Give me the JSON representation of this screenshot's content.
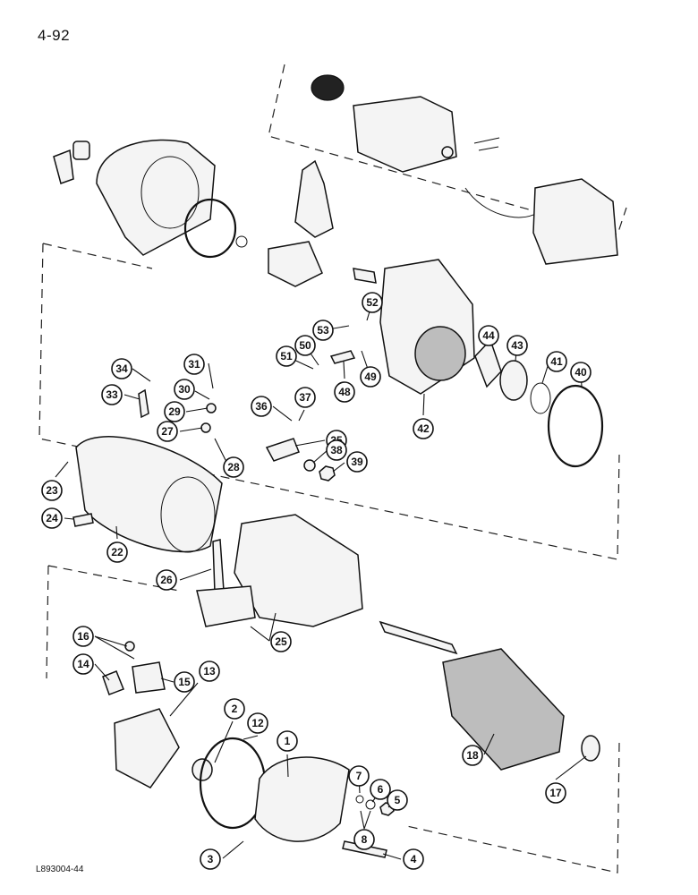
{
  "page_number": "4-92",
  "figure_code": "L893004-44",
  "callouts": [
    {
      "label": "1"
    },
    {
      "label": "2"
    },
    {
      "label": "3"
    },
    {
      "label": "4"
    },
    {
      "label": "5"
    },
    {
      "label": "6"
    },
    {
      "label": "7"
    },
    {
      "label": "8"
    },
    {
      "label": "12"
    },
    {
      "label": "13"
    },
    {
      "label": "14"
    },
    {
      "label": "15"
    },
    {
      "label": "16"
    },
    {
      "label": "17"
    },
    {
      "label": "18"
    },
    {
      "label": "22"
    },
    {
      "label": "23"
    },
    {
      "label": "24"
    },
    {
      "label": "25"
    },
    {
      "label": "26"
    },
    {
      "label": "27"
    },
    {
      "label": "28"
    },
    {
      "label": "29"
    },
    {
      "label": "30"
    },
    {
      "label": "31"
    },
    {
      "label": "33"
    },
    {
      "label": "34"
    },
    {
      "label": "35"
    },
    {
      "label": "36"
    },
    {
      "label": "37"
    },
    {
      "label": "38"
    },
    {
      "label": "39"
    },
    {
      "label": "40"
    },
    {
      "label": "41"
    },
    {
      "label": "42"
    },
    {
      "label": "43"
    },
    {
      "label": "44"
    },
    {
      "label": "48"
    },
    {
      "label": "49"
    },
    {
      "label": "50"
    },
    {
      "label": "51"
    },
    {
      "label": "52"
    },
    {
      "label": "53"
    }
  ]
}
